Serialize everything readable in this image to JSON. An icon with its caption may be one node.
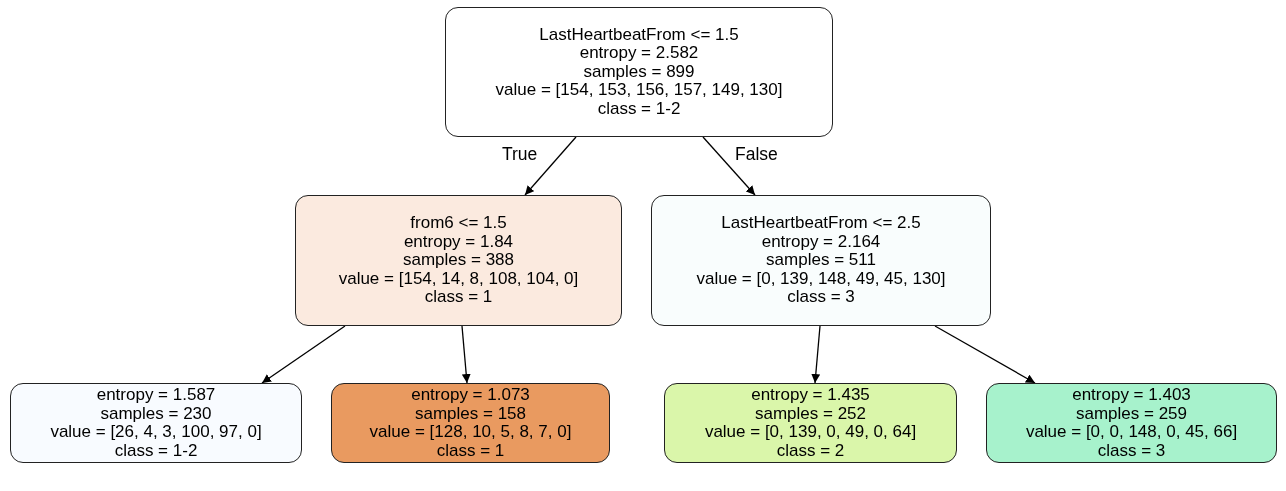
{
  "diagram": {
    "nodes": [
      {
        "text": [
          "LastHeartbeatFrom <= 1.5",
          "entropy = 2.582",
          "samples = 899",
          "value = [154, 153, 156, 157, 149, 130]",
          "class = 1-2"
        ]
      },
      {
        "text": [
          "from6 <= 1.5",
          "entropy = 1.84",
          "samples = 388",
          "value = [154, 14, 8, 108, 104, 0]",
          "class = 1"
        ]
      },
      {
        "text": [
          "LastHeartbeatFrom <= 2.5",
          "entropy = 2.164",
          "samples = 511",
          "value = [0, 139, 148, 49, 45, 130]",
          "class = 3"
        ]
      },
      {
        "text": [
          "entropy = 1.587",
          "samples = 230",
          "value = [26, 4, 3, 100, 97, 0]",
          "class = 1-2"
        ]
      },
      {
        "text": [
          "entropy = 1.073",
          "samples = 158",
          "value = [128, 10, 5, 8, 7, 0]",
          "class = 1"
        ]
      },
      {
        "text": [
          "entropy = 1.435",
          "samples = 252",
          "value = [0, 139, 0, 49, 0, 64]",
          "class = 2"
        ]
      },
      {
        "text": [
          "entropy = 1.403",
          "samples = 259",
          "value = [0, 0, 148, 0, 45, 66]",
          "class = 3"
        ]
      }
    ],
    "edges": [
      {
        "from": 0,
        "to": 1,
        "arrow": "to",
        "label": "True"
      },
      {
        "from": 0,
        "to": 2,
        "arrow": "to",
        "label": "False"
      },
      {
        "from": 1,
        "to": 3,
        "arrow": "to"
      },
      {
        "from": 1,
        "to": 4,
        "arrow": "to"
      },
      {
        "from": 2,
        "to": 5,
        "arrow": "to"
      },
      {
        "from": 2,
        "to": 6,
        "arrow": "to"
      }
    ]
  }
}
